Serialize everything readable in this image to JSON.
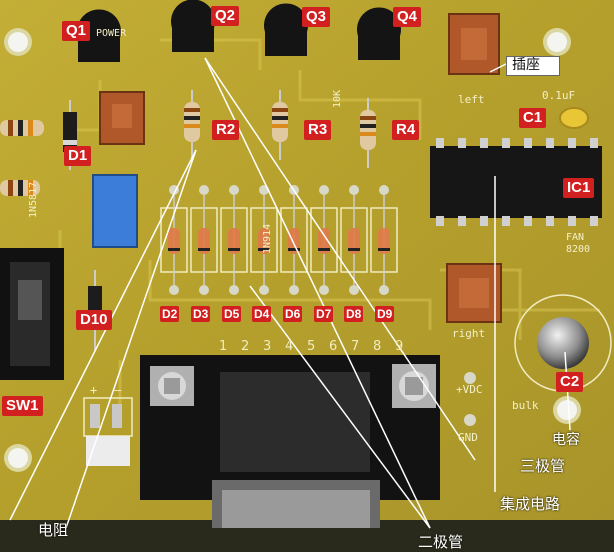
{
  "component_labels": {
    "q1": "Q1",
    "q2": "Q2",
    "q3": "Q3",
    "q4": "Q4",
    "r2": "R2",
    "r3": "R3",
    "r4": "R4",
    "c1": "C1",
    "c2": "C2",
    "d1": "D1",
    "d10": "D10",
    "ic1": "IC1",
    "sw1": "SW1",
    "d2": "D2",
    "d3": "D3",
    "d5": "D5",
    "d4": "D4",
    "d6": "D6",
    "d7": "D7",
    "d8": "D8",
    "d9": "D9"
  },
  "chinese_labels": {
    "socket": "插座",
    "capacitor": "电容",
    "transistor": "三极管",
    "ic": "集成电路",
    "resistor": "电阻",
    "diode": "二极管"
  },
  "silkscreen": {
    "power": "POWER",
    "left": "left",
    "right": "right",
    "cap_value": "0.1uF",
    "ic_part": "FAN\n8200",
    "diode_part": "1N914",
    "d1_part": "1N5817",
    "res_value": "10K",
    "vdc": "+VDC",
    "gnd": "GND",
    "bulk": "bulk",
    "plus": "+",
    "minus": "–"
  },
  "connector_pins": [
    "1",
    "2",
    "3",
    "4",
    "5",
    "6",
    "7",
    "8",
    "9"
  ],
  "colors": {
    "pcb": "#b9a531",
    "label_bg": "#d21f1f",
    "socket": "#b0582a",
    "capacitor": "#e8c636"
  }
}
